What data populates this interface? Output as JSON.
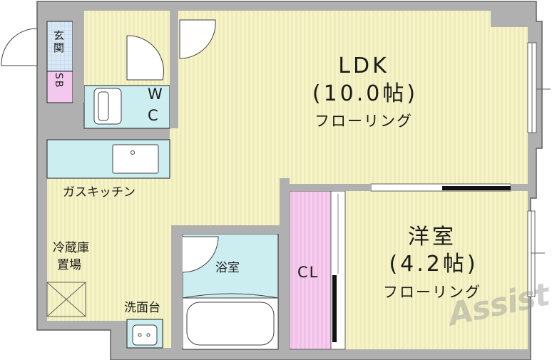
{
  "floor_plan": {
    "rooms": {
      "ldk": {
        "name": "LDK",
        "size": "(10.0帖)",
        "floor": "フローリング"
      },
      "western": {
        "name": "洋室",
        "size": "(4.2帖)",
        "floor": "フローリング"
      },
      "kitchen": {
        "name": "ガスキッチン"
      },
      "bath": {
        "name": "浴室"
      },
      "closet": {
        "name": "CL"
      },
      "wc": {
        "line1": "W",
        "line2": "C"
      },
      "entrance": {
        "name": "玄関"
      },
      "shoe_box": {
        "name": "SB"
      },
      "fridge": {
        "line1": "冷蔵庫",
        "line2": "置場"
      },
      "washstand": {
        "name": "洗面台"
      }
    },
    "watermark": "Assist",
    "colors": {
      "floor": "#f6f4c8",
      "stripe": "#ecebb4",
      "wall": "#b0b0b0",
      "wall_edge": "#606060",
      "wet_area": "#cdeef0",
      "entrance": "#d6e6f5",
      "closet": "#f4c8ee",
      "outline": "#404040"
    }
  }
}
